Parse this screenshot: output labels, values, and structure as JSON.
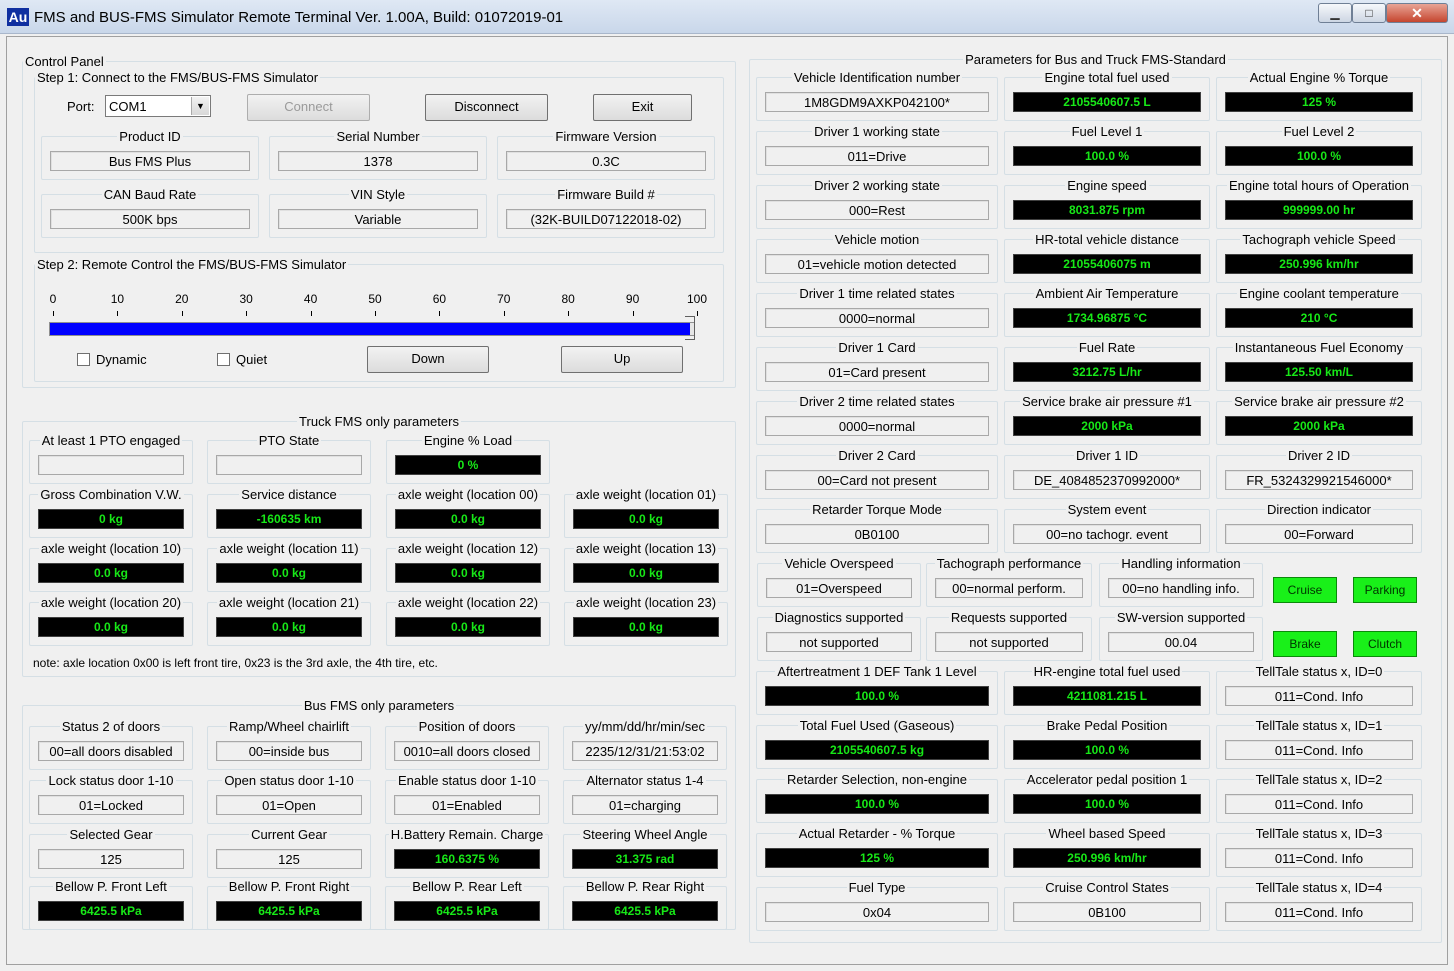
{
  "window": {
    "icon_text": "Au",
    "title": "FMS and BUS-FMS Simulator Remote Terminal Ver. 1.00A, Build: 01072019-01",
    "close_glyph": "✕",
    "min_glyph": "▁",
    "max_glyph": "□"
  },
  "control_panel": {
    "title": "Control Panel",
    "step1": {
      "title": "Step 1: Connect to the FMS/BUS-FMS Simulator",
      "port_label": "Port:",
      "port_value": "COM1",
      "connect_label": "Connect",
      "disconnect_label": "Disconnect",
      "exit_label": "Exit",
      "fields": [
        {
          "label": "Product ID",
          "value": "Bus FMS Plus"
        },
        {
          "label": "Serial Number",
          "value": "1378"
        },
        {
          "label": "Firmware Version",
          "value": "0.3C"
        },
        {
          "label": "CAN Baud Rate",
          "value": "500K bps"
        },
        {
          "label": "VIN Style",
          "value": "Variable"
        },
        {
          "label": "Firmware Build #",
          "value": "(32K-BUILD07122018-02)"
        }
      ]
    },
    "step2": {
      "title": "Step 2: Remote Control the FMS/BUS-FMS Simulator",
      "ticks": [
        "0",
        "10",
        "20",
        "30",
        "40",
        "50",
        "60",
        "70",
        "80",
        "90",
        "100"
      ],
      "slider_value": 100,
      "dynamic_label": "Dynamic",
      "quiet_label": "Quiet",
      "down_label": "Down",
      "up_label": "Up"
    }
  },
  "truck": {
    "title": "Truck FMS only parameters",
    "row1": [
      {
        "label": "At least 1 PTO engaged",
        "value": ""
      },
      {
        "label": "PTO State",
        "value": ""
      },
      {
        "label": "Engine % Load",
        "value": "0 %"
      }
    ],
    "grid": [
      [
        {
          "label": "Gross Combination V.W.",
          "value": "0 kg"
        },
        {
          "label": "Service distance",
          "value": "-160635 km"
        },
        {
          "label": "axle weight (location 00)",
          "value": "0.0 kg"
        },
        {
          "label": "axle weight (location 01)",
          "value": "0.0 kg"
        }
      ],
      [
        {
          "label": "axle weight (location 10)",
          "value": "0.0 kg"
        },
        {
          "label": "axle weight (location 11)",
          "value": "0.0 kg"
        },
        {
          "label": "axle weight (location 12)",
          "value": "0.0 kg"
        },
        {
          "label": "axle weight (location 13)",
          "value": "0.0 kg"
        }
      ],
      [
        {
          "label": "axle weight (location 20)",
          "value": "0.0 kg"
        },
        {
          "label": "axle weight (location 21)",
          "value": "0.0 kg"
        },
        {
          "label": "axle weight (location 22)",
          "value": "0.0 kg"
        },
        {
          "label": "axle weight (location 23)",
          "value": "0.0 kg"
        }
      ]
    ],
    "note": "note: axle location 0x00 is left front tire, 0x23 is the 3rd axle, the 4th tire, etc."
  },
  "bus": {
    "title": "Bus FMS only parameters",
    "grid": [
      [
        {
          "label": "Status 2 of doors",
          "value": "00=all doors disabled",
          "dark": false
        },
        {
          "label": "Ramp/Wheel chairlift",
          "value": "00=inside bus",
          "dark": false
        },
        {
          "label": "Position of doors",
          "value": "0010=all doors closed",
          "dark": false
        },
        {
          "label": "yy/mm/dd/hr/min/sec",
          "value": "2235/12/31/21:53:02",
          "dark": false
        }
      ],
      [
        {
          "label": "Lock status door 1-10",
          "value": "01=Locked",
          "dark": false
        },
        {
          "label": "Open status door 1-10",
          "value": "01=Open",
          "dark": false
        },
        {
          "label": "Enable status door 1-10",
          "value": "01=Enabled",
          "dark": false
        },
        {
          "label": "Alternator status 1-4",
          "value": "01=charging",
          "dark": false
        }
      ],
      [
        {
          "label": "Selected Gear",
          "value": "125",
          "dark": false
        },
        {
          "label": "Current Gear",
          "value": "125",
          "dark": false
        },
        {
          "label": "H.Battery Remain. Charge",
          "value": "160.6375 %",
          "dark": true
        },
        {
          "label": "Steering Wheel Angle",
          "value": "31.375 rad",
          "dark": true
        }
      ],
      [
        {
          "label": "Bellow P. Front Left",
          "value": "6425.5 kPa",
          "dark": true
        },
        {
          "label": "Bellow P. Front Right",
          "value": "6425.5 kPa",
          "dark": true
        },
        {
          "label": "Bellow P. Rear Left",
          "value": "6425.5 kPa",
          "dark": true
        },
        {
          "label": "Bellow P. Rear Right",
          "value": "6425.5 kPa",
          "dark": true
        }
      ]
    ]
  },
  "params": {
    "title": "Parameters for Bus and Truck FMS-Standard",
    "grid_top": [
      [
        {
          "label": "Vehicle Identification number",
          "value": "1M8GDM9AXKP042100*",
          "dark": false
        },
        {
          "label": "Engine total fuel used",
          "value": "2105540607.5 L",
          "dark": true
        },
        {
          "label": "Actual Engine % Torque",
          "value": "125 %",
          "dark": true
        }
      ],
      [
        {
          "label": "Driver 1 working state",
          "value": "011=Drive",
          "dark": false
        },
        {
          "label": "Fuel Level 1",
          "value": "100.0 %",
          "dark": true
        },
        {
          "label": "Fuel Level 2",
          "value": "100.0 %",
          "dark": true
        }
      ],
      [
        {
          "label": "Driver 2 working state",
          "value": "000=Rest",
          "dark": false
        },
        {
          "label": "Engine speed",
          "value": "8031.875 rpm",
          "dark": true
        },
        {
          "label": "Engine total hours of Operation",
          "value": "999999.00 hr",
          "dark": true
        }
      ],
      [
        {
          "label": "Vehicle motion",
          "value": "01=vehicle motion detected",
          "dark": false
        },
        {
          "label": "HR-total vehicle distance",
          "value": "21055406075 m",
          "dark": true
        },
        {
          "label": "Tachograph vehicle Speed",
          "value": "250.996 km/hr",
          "dark": true
        }
      ],
      [
        {
          "label": "Driver 1 time related states",
          "value": "0000=normal",
          "dark": false
        },
        {
          "label": "Ambient Air Temperature",
          "value": "1734.96875 °C",
          "dark": true
        },
        {
          "label": "Engine coolant temperature",
          "value": "210 °C",
          "dark": true
        }
      ],
      [
        {
          "label": "Driver 1 Card",
          "value": "01=Card present",
          "dark": false
        },
        {
          "label": "Fuel Rate",
          "value": "3212.75 L/hr",
          "dark": true
        },
        {
          "label": "Instantaneous Fuel Economy",
          "value": "125.50 km/L",
          "dark": true
        }
      ],
      [
        {
          "label": "Driver 2 time related states",
          "value": "0000=normal",
          "dark": false
        },
        {
          "label": "Service brake air pressure #1",
          "value": "2000 kPa",
          "dark": true
        },
        {
          "label": "Service brake air pressure #2",
          "value": "2000 kPa",
          "dark": true
        }
      ],
      [
        {
          "label": "Driver 2 Card",
          "value": "00=Card not present",
          "dark": false
        },
        {
          "label": "Driver 1 ID",
          "value": "DE_4084852370992000*",
          "dark": false
        },
        {
          "label": "Driver 2 ID",
          "value": "FR_5324329921546000*",
          "dark": false
        }
      ],
      [
        {
          "label": "Retarder Torque Mode",
          "value": "0B0100",
          "dark": false
        },
        {
          "label": "System event",
          "value": "00=no tachogr. event",
          "dark": false
        },
        {
          "label": "Direction indicator",
          "value": "00=Forward",
          "dark": false
        }
      ]
    ],
    "mid": [
      [
        {
          "label": "Vehicle Overspeed",
          "value": "01=Overspeed"
        },
        {
          "label": "Tachograph performance",
          "value": "00=normal perform."
        },
        {
          "label": "Handling information",
          "value": "00=no handling info."
        }
      ],
      [
        {
          "label": "Diagnostics supported",
          "value": "not supported"
        },
        {
          "label": "Requests supported",
          "value": "not supported"
        },
        {
          "label": "SW-version supported",
          "value": "00.04"
        }
      ]
    ],
    "indicators": [
      "Cruise",
      "Parking",
      "Brake",
      "Clutch"
    ],
    "grid_bottom": [
      [
        {
          "label": "Aftertreatment 1 DEF Tank 1 Level",
          "value": "100.0 %",
          "dark": true
        },
        {
          "label": "HR-engine total fuel used",
          "value": "4211081.215 L",
          "dark": true
        },
        {
          "label": "TellTale status x, ID=0",
          "value": "011=Cond. Info",
          "dark": false
        }
      ],
      [
        {
          "label": "Total Fuel Used (Gaseous)",
          "value": "2105540607.5 kg",
          "dark": true
        },
        {
          "label": "Brake Pedal Position",
          "value": "100.0 %",
          "dark": true
        },
        {
          "label": "TellTale status x, ID=1",
          "value": "011=Cond. Info",
          "dark": false
        }
      ],
      [
        {
          "label": "Retarder Selection, non-engine",
          "value": "100.0 %",
          "dark": true
        },
        {
          "label": "Accelerator pedal position 1",
          "value": "100.0 %",
          "dark": true
        },
        {
          "label": "TellTale status x, ID=2",
          "value": "011=Cond. Info",
          "dark": false
        }
      ],
      [
        {
          "label": "Actual Retarder - % Torque",
          "value": "125 %",
          "dark": true
        },
        {
          "label": "Wheel based Speed",
          "value": "250.996 km/hr",
          "dark": true
        },
        {
          "label": "TellTale status x, ID=3",
          "value": "011=Cond. Info",
          "dark": false
        }
      ],
      [
        {
          "label": "Fuel Type",
          "value": "0x04",
          "dark": false
        },
        {
          "label": "Cruise Control States",
          "value": "0B100",
          "dark": false
        },
        {
          "label": "TellTale status x, ID=4",
          "value": "011=Cond. Info",
          "dark": false
        }
      ]
    ]
  }
}
